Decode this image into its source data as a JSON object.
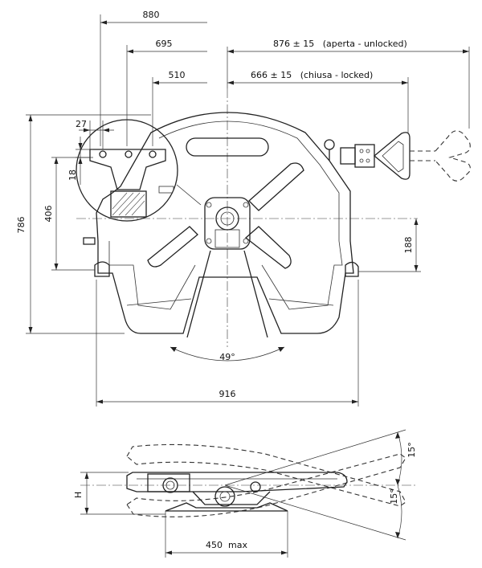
{
  "top_view": {
    "dim_880": "880",
    "dim_695": "695",
    "dim_510": "510",
    "dim_unlocked": "876 ± 15   (aperta - unlocked)",
    "dim_locked": "666 ± 15   (chiusa - locked)",
    "dim_27": "27",
    "dim_18": "18",
    "dim_786": "786",
    "dim_406": "406",
    "dim_188": "188",
    "dim_49": "49°",
    "dim_916": "916"
  },
  "side_view": {
    "dim_h": "H",
    "dim_15_up": "15°",
    "dim_15_down": "15°",
    "dim_450": "450  max"
  }
}
